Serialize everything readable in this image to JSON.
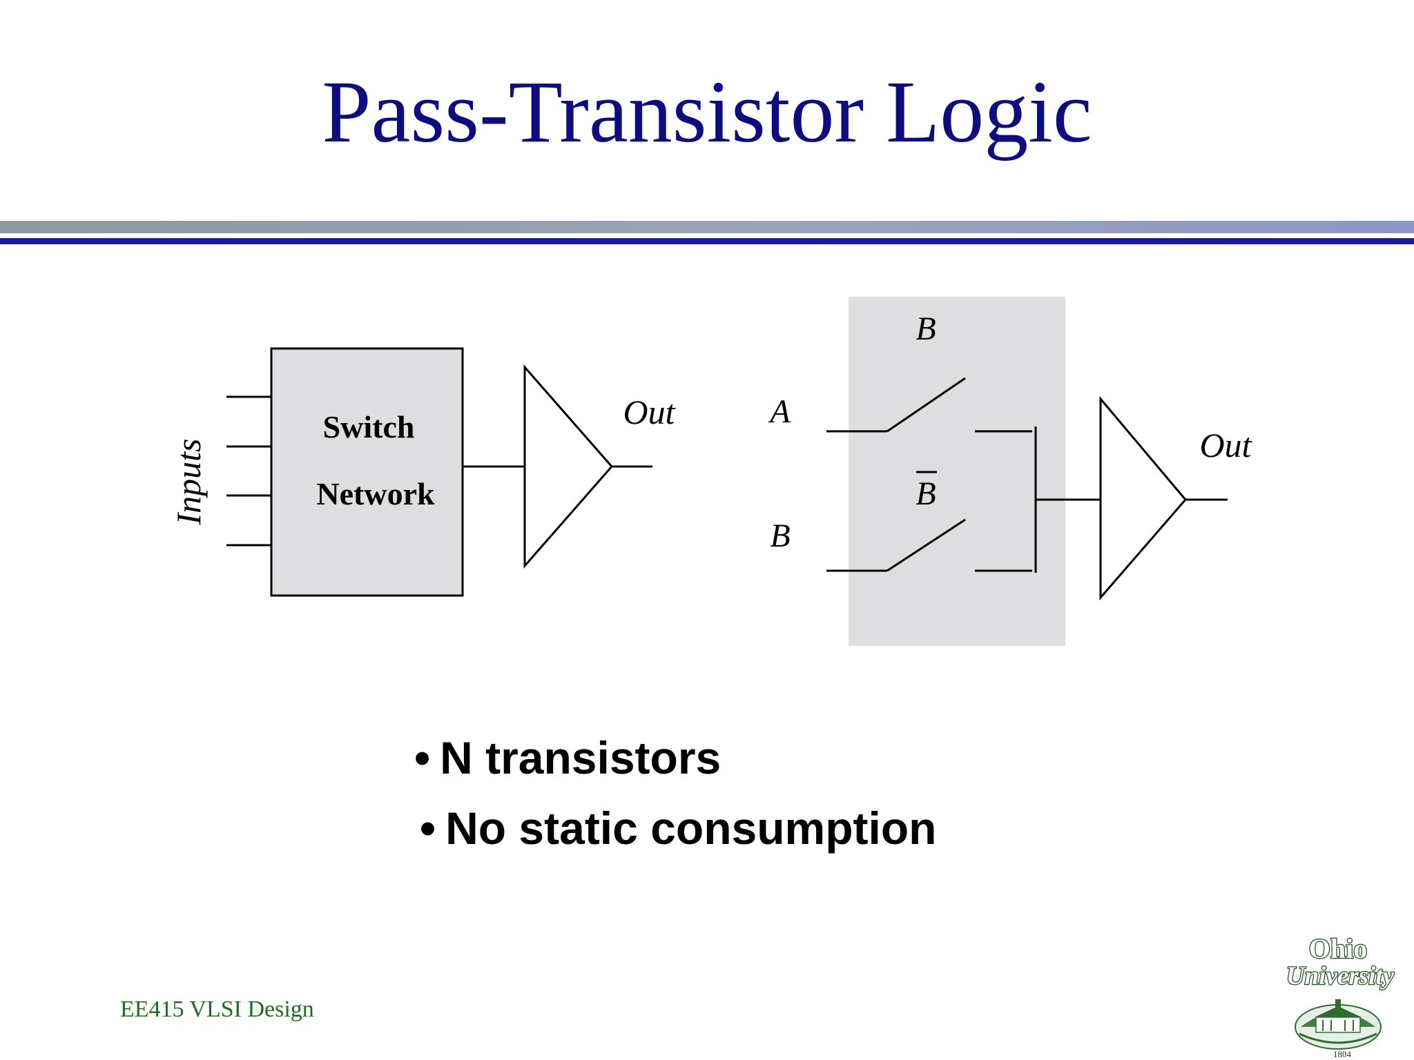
{
  "slide": {
    "title": "Pass-Transistor Logic",
    "footer": "EE415 VLSI Design"
  },
  "diagram_left": {
    "inputs_label": "Inputs",
    "box_line1": "Switch",
    "box_line2": "Network",
    "out_label": "Out"
  },
  "diagram_right": {
    "label_a": "A",
    "label_b_input": "B",
    "label_b_top": "B",
    "label_b_bar": "B",
    "out_label": "Out"
  },
  "bullets": [
    "N transistors",
    "No static consumption"
  ],
  "logo": {
    "line1": "Ohio",
    "line2": "University",
    "year": "1804"
  },
  "colors": {
    "title": "#0d0d80",
    "rule_blue": "#1a1aa6",
    "rule_gray": "#99a3b6",
    "box_fill": "#dedde0",
    "footer": "#1f6b1f"
  }
}
